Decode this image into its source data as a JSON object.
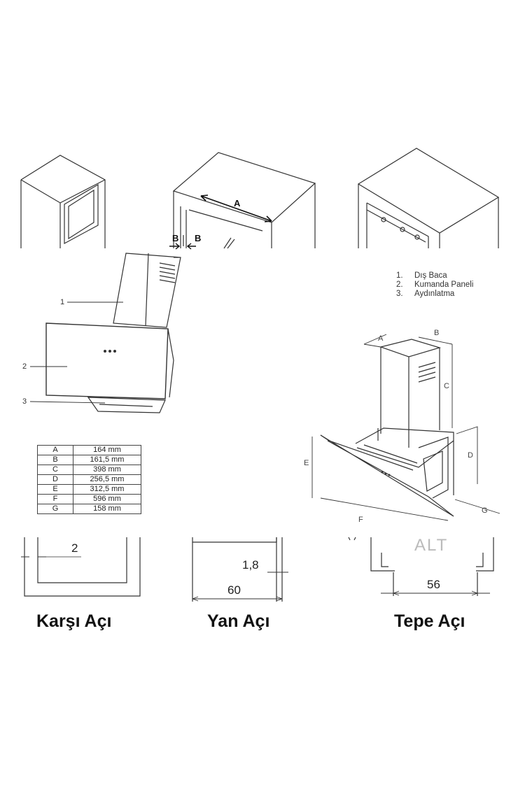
{
  "parts_legend": [
    {
      "num": "1.",
      "label": "Dış Baca"
    },
    {
      "num": "2.",
      "label": "Kumanda Paneli"
    },
    {
      "num": "3.",
      "label": "Aydınlatma"
    }
  ],
  "part_markers": [
    "1",
    "2",
    "3"
  ],
  "dimension_table": [
    {
      "key": "A",
      "value": "164 mm"
    },
    {
      "key": "B",
      "value": "161,5 mm"
    },
    {
      "key": "C",
      "value": "398 mm"
    },
    {
      "key": "D",
      "value": "256,5 mm"
    },
    {
      "key": "E",
      "value": "312,5 mm"
    },
    {
      "key": "F",
      "value": "596 mm"
    },
    {
      "key": "G",
      "value": "158 mm"
    }
  ],
  "iso_letters": {
    "a": "A",
    "b": "B",
    "c": "C",
    "d": "D",
    "e": "E",
    "f": "F",
    "g": "G"
  },
  "cabinet_labels": {
    "a": "A",
    "b1": "B",
    "b2": "B"
  },
  "section_dims": {
    "karsi": "2",
    "yan_small": "1,8",
    "yan_big": "60",
    "tepe": "56",
    "tepe_marker": "ALT"
  },
  "captions": {
    "karsi": "Karşı Açı",
    "yan": "Yan Açı",
    "tepe": "Tepe Açı"
  }
}
